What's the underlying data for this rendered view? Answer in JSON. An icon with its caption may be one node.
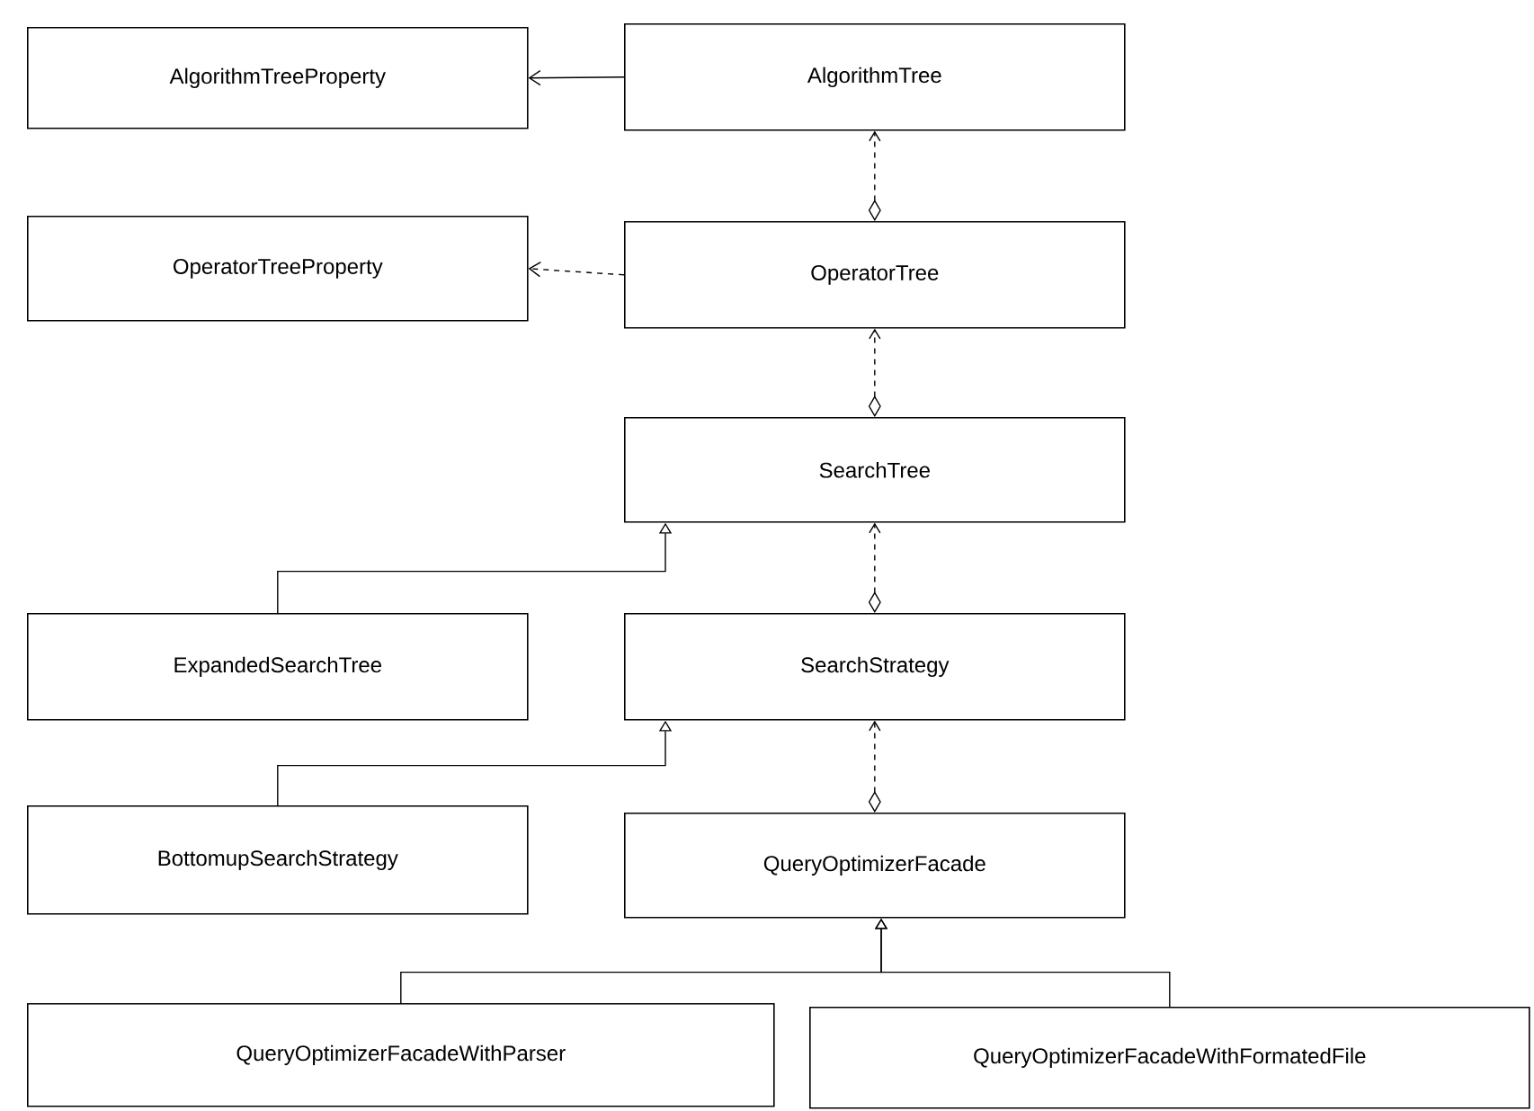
{
  "diagram": {
    "nodes": [
      {
        "text": [
          "AlgorithmTreeProperty"
        ]
      },
      {
        "text": [
          "AlgorithmTree"
        ]
      },
      {
        "text": [
          "OperatorTreeProperty"
        ]
      },
      {
        "text": [
          "OperatorTree"
        ]
      },
      {
        "text": [
          "SearchTree"
        ]
      },
      {
        "text": [
          "ExpandedSearchTree"
        ]
      },
      {
        "text": [
          "SearchStrategy"
        ]
      },
      {
        "text": [
          "BottomupSearchStrategy"
        ]
      },
      {
        "text": [
          "QueryOptimizerFacade"
        ]
      },
      {
        "text": [
          "QueryOptimizerFacadeWithParser"
        ]
      },
      {
        "text": [
          "QueryOptimizerFacadeWithFormatedFile"
        ]
      }
    ],
    "edges": [
      {
        "from": 1,
        "to": 0,
        "arrow": "to"
      },
      {
        "from": 3,
        "to": 2,
        "arrow": "to",
        "style": "dashed"
      },
      {
        "from": 3,
        "to": 1,
        "arrow": "to",
        "style": "dashed"
      },
      {
        "from": 4,
        "to": 3,
        "arrow": "to",
        "style": "dashed"
      },
      {
        "from": 6,
        "to": 4,
        "arrow": "to",
        "style": "dashed"
      },
      {
        "from": 8,
        "to": 6,
        "arrow": "to",
        "style": "dashed"
      },
      {
        "from": 5,
        "to": 4,
        "arrow": "to"
      },
      {
        "from": 7,
        "to": 6,
        "arrow": "to"
      },
      {
        "from": 9,
        "to": 8,
        "arrow": "to"
      },
      {
        "from": 10,
        "to": 8,
        "arrow": "to"
      }
    ]
  }
}
